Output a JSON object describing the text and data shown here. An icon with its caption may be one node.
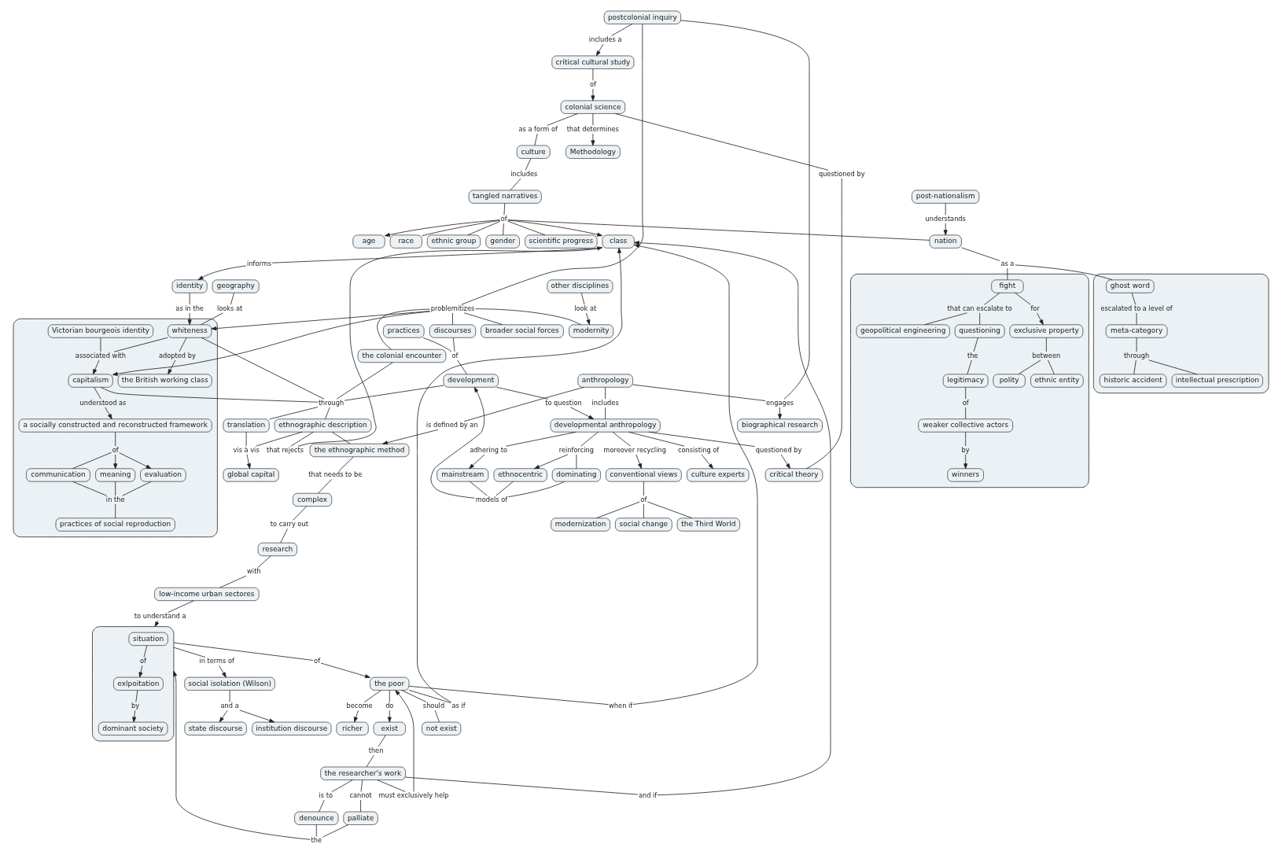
{
  "diagram": {
    "nodes": [
      {
        "text": [
          "postcolonial inquiry"
        ]
      },
      {
        "text": [
          "colonial science"
        ]
      },
      {
        "text": [
          "that determines"
        ]
      },
      {
        "text": [
          "Methodology"
        ]
      },
      {
        "text": [
          "biographical research"
        ]
      },
      {
        "text": [
          "of"
        ]
      },
      {
        "text": [
          "as a form of"
        ]
      },
      {
        "text": [
          "includes a"
        ]
      },
      {
        "text": [
          "critical cultural study"
        ]
      },
      {
        "text": [
          "culture"
        ]
      },
      {
        "text": [
          "includes"
        ]
      },
      {
        "text": [
          "engages"
        ]
      },
      {
        "text": [],
        "shape": "box"
      },
      {
        "text": [
          "capitalism"
        ],
        "in": 12
      },
      {
        "text": [
          "a socially constructed and reconstructed framework"
        ],
        "in": 12
      },
      {
        "text": [
          "of"
        ],
        "in": 12
      },
      {
        "text": [
          "understood as"
        ],
        "in": 12
      },
      {
        "text": [
          "meaning"
        ],
        "in": 12
      },
      {
        "text": [
          "evaluation"
        ],
        "in": 12
      },
      {
        "text": [
          "communication"
        ],
        "in": 12
      },
      {
        "text": [
          "associated with"
        ],
        "in": 12
      },
      {
        "text": [
          "in the"
        ],
        "in": 12
      },
      {
        "text": [
          "whiteness"
        ],
        "in": 12
      },
      {
        "text": [
          "practices of social reproduction"
        ],
        "in": 12
      },
      {
        "text": [
          "Victorian bourgeois identity"
        ],
        "in": 12
      },
      {
        "text": [
          "adopted by"
        ],
        "in": 12
      },
      {
        "text": [
          "the British working class"
        ],
        "in": 12
      },
      {
        "text": [
          "geography"
        ]
      },
      {
        "text": [
          "looks at"
        ]
      },
      {
        "text": [
          "questioned by"
        ]
      },
      {
        "text": [
          "anthropology"
        ]
      },
      {
        "text": [
          "includes"
        ]
      },
      {
        "text": [
          "questioned by"
        ]
      },
      {
        "text": [
          "critical theory"
        ]
      },
      {
        "text": [
          "problemitizes"
        ]
      },
      {
        "text": [
          "developmental anthropology"
        ]
      },
      {
        "text": [
          "to question"
        ]
      },
      {
        "text": [
          "consisting of"
        ]
      },
      {
        "text": [
          "culture experts"
        ]
      },
      {
        "text": [
          "as in the"
        ]
      },
      {
        "text": [
          "adhering to"
        ]
      },
      {
        "text": [
          "mainstream"
        ]
      },
      {
        "text": [
          "identity"
        ]
      },
      {
        "text": [
          "informs"
        ]
      },
      {
        "text": [
          "class"
        ]
      },
      {
        "text": [
          "of"
        ]
      },
      {
        "text": [
          "tangled narratives"
        ]
      },
      {
        "text": [
          "modernity"
        ]
      },
      {
        "text": [
          "reinforcing"
        ]
      },
      {
        "text": [
          "ethnocentric"
        ]
      },
      {
        "text": [
          "dominating"
        ]
      },
      {
        "text": [
          "age"
        ]
      },
      {
        "text": [
          "practices"
        ]
      },
      {
        "text": [
          "the colonial encounter"
        ]
      },
      {
        "text": [
          "look at"
        ]
      },
      {
        "text": [
          "moreover recycling"
        ]
      },
      {
        "text": [
          "post-nationalism"
        ]
      },
      {
        "text": [
          "discourses"
        ]
      },
      {
        "text": [
          "of"
        ]
      },
      {
        "text": [
          "race"
        ]
      },
      {
        "text": [
          "broader social forces"
        ]
      },
      {
        "text": [
          "conventional views"
        ]
      },
      {
        "text": [
          "other disciplines"
        ]
      },
      {
        "text": [
          "of"
        ]
      },
      {
        "text": [
          "models of"
        ]
      },
      {
        "text": [
          "development"
        ]
      },
      {
        "text": [
          "through"
        ]
      },
      {
        "text": [
          "understands"
        ]
      },
      {
        "text": [
          "nation"
        ]
      },
      {
        "text": [
          "as a"
        ]
      },
      {
        "text": [
          "modernization"
        ]
      },
      {
        "text": [
          "translation"
        ]
      },
      {
        "text": [
          "that rejects"
        ]
      },
      {
        "text": [],
        "shape": "box"
      },
      {
        "text": [
          "fight"
        ],
        "in": 73
      },
      {
        "text": [
          "that can escalate to"
        ],
        "in": 73
      },
      {
        "text": [
          "for"
        ],
        "in": 73
      },
      {
        "text": [
          "exclusive property"
        ],
        "in": 73
      },
      {
        "text": [
          "geopolitical engineering"
        ],
        "in": 73
      },
      {
        "text": [
          "between"
        ],
        "in": 73
      },
      {
        "text": [
          "questioning"
        ],
        "in": 73
      },
      {
        "text": [
          "the"
        ],
        "in": 73
      },
      {
        "text": [
          "polity"
        ],
        "in": 73
      },
      {
        "text": [
          "winners"
        ],
        "in": 73
      },
      {
        "text": [
          "legitimacy"
        ],
        "in": 73
      },
      {
        "text": [
          "ethnic entity"
        ],
        "in": 73
      },
      {
        "text": [
          "by"
        ],
        "in": 73
      },
      {
        "text": [
          "of"
        ],
        "in": 73
      },
      {
        "text": [
          "weaker collective actors"
        ],
        "in": 73
      },
      {
        "text": [
          "social change"
        ]
      },
      {
        "text": [
          "global capital"
        ]
      },
      {
        "text": [
          "vis à vis"
        ]
      },
      {
        "text": [
          "ethnographic description"
        ]
      },
      {
        "text": [
          "ethnic group"
        ]
      },
      {
        "text": [
          "the Third World"
        ]
      },
      {
        "text": [
          "gender"
        ]
      },
      {
        "text": [
          "is defined by an"
        ]
      },
      {
        "text": [
          "the ethnographic method"
        ]
      },
      {
        "text": [
          "that needs to be"
        ]
      },
      {
        "text": [
          "and if"
        ]
      },
      {
        "text": [
          "to carry out"
        ]
      },
      {
        "text": [
          "complex"
        ]
      },
      {
        "text": [
          "as if"
        ]
      },
      {
        "text": [
          "when if"
        ]
      },
      {
        "text": [
          "scientific progress"
        ]
      },
      {
        "text": [
          "research"
        ]
      },
      {
        "text": [
          "with"
        ]
      },
      {
        "text": [
          "low-income urban sectores"
        ]
      },
      {
        "text": [
          "the poor"
        ]
      },
      {
        "text": [
          "do"
        ]
      },
      {
        "text": [
          "exist"
        ]
      },
      {
        "text": [
          "should"
        ]
      },
      {
        "text": [],
        "shape": "box"
      },
      {
        "text": [
          "ghost word"
        ],
        "in": 112
      },
      {
        "text": [
          "escalated to a level of"
        ],
        "in": 112
      },
      {
        "text": [
          "through"
        ],
        "in": 112
      },
      {
        "text": [
          "historic accident"
        ],
        "in": 112
      },
      {
        "text": [
          "meta-category"
        ],
        "in": 112
      },
      {
        "text": [
          "intellectual prescription"
        ],
        "in": 112
      },
      {
        "text": [
          "then"
        ]
      },
      {
        "text": [
          "become"
        ]
      },
      {
        "text": [
          "richer"
        ]
      },
      {
        "text": [
          "of"
        ]
      },
      {
        "text": [
          "must exclusively help"
        ]
      },
      {
        "text": [
          "the researcher's work"
        ]
      },
      {
        "text": [
          "is to"
        ]
      },
      {
        "text": [
          "not exist"
        ]
      },
      {
        "text": [
          "to understand a"
        ]
      },
      {
        "text": [
          "state discourse"
        ]
      },
      {
        "text": [
          "cannot"
        ]
      },
      {
        "text": [],
        "shape": "box"
      },
      {
        "text": [
          "situation"
        ],
        "in": 130
      },
      {
        "text": [
          "of"
        ],
        "in": 130
      },
      {
        "text": [
          "exlpoitation"
        ],
        "in": 130
      },
      {
        "text": [
          "by"
        ],
        "in": 130
      },
      {
        "text": [
          "dominant society"
        ],
        "in": 130
      },
      {
        "text": [
          "palliate"
        ]
      },
      {
        "text": [
          "and a"
        ]
      },
      {
        "text": [
          "institution discourse"
        ]
      },
      {
        "text": [
          "social isolation (Wilson)"
        ]
      },
      {
        "text": [
          "in terms of"
        ]
      },
      {
        "text": [
          "the"
        ]
      },
      {
        "text": [
          "denounce"
        ]
      }
    ],
    "edges": [
      {
        "from": 0,
        "to": 7,
        "arrow": "none"
      },
      {
        "from": 7,
        "to": 8,
        "arrow": "to"
      },
      {
        "from": 0,
        "to": 11,
        "arrow": "none"
      },
      {
        "from": 30,
        "to": 11,
        "arrow": "none"
      },
      {
        "from": 11,
        "to": 4,
        "arrow": "to"
      },
      {
        "from": 0,
        "to": 34,
        "arrow": "none"
      },
      {
        "from": 1,
        "to": 2,
        "arrow": "none"
      },
      {
        "from": 2,
        "to": 3,
        "arrow": "to"
      },
      {
        "from": 8,
        "to": 5,
        "arrow": "none"
      },
      {
        "from": 5,
        "to": 1,
        "arrow": "to"
      },
      {
        "from": 1,
        "to": 6,
        "arrow": "none"
      },
      {
        "from": 6,
        "to": 9,
        "arrow": "none"
      },
      {
        "from": 9,
        "to": 10,
        "arrow": "none"
      },
      {
        "from": 10,
        "to": 46,
        "arrow": "none"
      },
      {
        "from": 1,
        "to": 29,
        "arrow": "none"
      },
      {
        "from": 29,
        "to": 33,
        "arrow": "none"
      },
      {
        "from": 27,
        "to": 28,
        "arrow": "none"
      },
      {
        "from": 28,
        "to": 22,
        "arrow": "none"
      },
      {
        "from": 34,
        "to": 13,
        "arrow": "to"
      },
      {
        "from": 34,
        "to": 22,
        "arrow": "to"
      },
      {
        "from": 34,
        "to": 47,
        "arrow": "none"
      },
      {
        "from": 34,
        "to": 53,
        "arrow": "none"
      },
      {
        "from": 34,
        "to": 60,
        "arrow": "none"
      },
      {
        "from": 34,
        "to": 57,
        "arrow": "none"
      },
      {
        "from": 13,
        "to": 16,
        "arrow": "none"
      },
      {
        "from": 16,
        "to": 14,
        "arrow": "to"
      },
      {
        "from": 14,
        "to": 15,
        "arrow": "none"
      },
      {
        "from": 15,
        "to": 17,
        "arrow": "to"
      },
      {
        "from": 15,
        "to": 18,
        "arrow": "to"
      },
      {
        "from": 15,
        "to": 19,
        "arrow": "none"
      },
      {
        "from": 17,
        "to": 21,
        "arrow": "none"
      },
      {
        "from": 19,
        "to": 21,
        "arrow": "none"
      },
      {
        "from": 18,
        "to": 21,
        "arrow": "none"
      },
      {
        "from": 21,
        "to": 23,
        "arrow": "none"
      },
      {
        "from": 22,
        "to": 20,
        "arrow": "none"
      },
      {
        "from": 24,
        "to": 20,
        "arrow": "none"
      },
      {
        "from": 20,
        "to": 13,
        "arrow": "to"
      },
      {
        "from": 22,
        "to": 25,
        "arrow": "none"
      },
      {
        "from": 25,
        "to": 26,
        "arrow": "to"
      },
      {
        "from": 30,
        "to": 31,
        "arrow": "none"
      },
      {
        "from": 31,
        "to": 35,
        "arrow": "none"
      },
      {
        "from": 30,
        "to": 96,
        "arrow": "none"
      },
      {
        "from": 96,
        "to": 97,
        "arrow": "to"
      },
      {
        "from": 35,
        "to": 32,
        "arrow": "none"
      },
      {
        "from": 32,
        "to": 33,
        "arrow": "to"
      },
      {
        "from": 65,
        "to": 36,
        "arrow": "none"
      },
      {
        "from": 36,
        "to": 35,
        "arrow": "to"
      },
      {
        "from": 35,
        "to": 37,
        "arrow": "none"
      },
      {
        "from": 37,
        "to": 38,
        "arrow": "to"
      },
      {
        "from": 35,
        "to": 40,
        "arrow": "none"
      },
      {
        "from": 40,
        "to": 41,
        "arrow": "to"
      },
      {
        "from": 35,
        "to": 48,
        "arrow": "none"
      },
      {
        "from": 48,
        "to": 49,
        "arrow": "to"
      },
      {
        "from": 48,
        "to": 50,
        "arrow": "none"
      },
      {
        "from": 35,
        "to": 55,
        "arrow": "none"
      },
      {
        "from": 55,
        "to": 61,
        "arrow": "to"
      },
      {
        "from": 61,
        "to": 63,
        "arrow": "none"
      },
      {
        "from": 63,
        "to": 70,
        "arrow": "none"
      },
      {
        "from": 63,
        "to": 89,
        "arrow": "none"
      },
      {
        "from": 63,
        "to": 94,
        "arrow": "none"
      },
      {
        "from": 41,
        "to": 64,
        "arrow": "none"
      },
      {
        "from": 49,
        "to": 64,
        "arrow": "none"
      },
      {
        "from": 50,
        "to": 64,
        "arrow": "none"
      },
      {
        "from": 64,
        "to": 65,
        "arrow": "to"
      },
      {
        "from": 52,
        "to": 58,
        "arrow": "none"
      },
      {
        "from": 57,
        "to": 58,
        "arrow": "none"
      },
      {
        "from": 58,
        "to": 65,
        "arrow": "none"
      },
      {
        "from": 22,
        "to": 66,
        "arrow": "none"
      },
      {
        "from": 53,
        "to": 66,
        "arrow": "none"
      },
      {
        "from": 13,
        "to": 66,
        "arrow": "none"
      },
      {
        "from": 65,
        "to": 66,
        "arrow": "none"
      },
      {
        "from": 66,
        "to": 71,
        "arrow": "none"
      },
      {
        "from": 66,
        "to": 92,
        "arrow": "none"
      },
      {
        "from": 71,
        "to": 91,
        "arrow": "none"
      },
      {
        "from": 92,
        "to": 91,
        "arrow": "none"
      },
      {
        "from": 91,
        "to": 90,
        "arrow": "to"
      },
      {
        "from": 92,
        "to": 97,
        "arrow": "none"
      },
      {
        "from": 62,
        "to": 54,
        "arrow": "none"
      },
      {
        "from": 54,
        "to": 47,
        "arrow": "to"
      },
      {
        "from": 42,
        "to": 39,
        "arrow": "none"
      },
      {
        "from": 39,
        "to": 22,
        "arrow": "to"
      },
      {
        "from": 44,
        "to": 43,
        "arrow": "none"
      },
      {
        "from": 43,
        "to": 42,
        "arrow": "to"
      },
      {
        "from": 46,
        "to": 45,
        "arrow": "none"
      },
      {
        "from": 45,
        "to": 44,
        "arrow": "to"
      },
      {
        "from": 45,
        "to": 51,
        "arrow": "to"
      },
      {
        "from": 45,
        "to": 59,
        "arrow": "none"
      },
      {
        "from": 45,
        "to": 68,
        "arrow": "none"
      },
      {
        "from": 45,
        "to": 93,
        "arrow": "none"
      },
      {
        "from": 45,
        "to": 95,
        "arrow": "none"
      },
      {
        "from": 45,
        "to": 104,
        "arrow": "none"
      },
      {
        "from": 56,
        "to": 67,
        "arrow": "none"
      },
      {
        "from": 67,
        "to": 68,
        "arrow": "to"
      },
      {
        "from": 68,
        "to": 69,
        "arrow": "none"
      },
      {
        "from": 69,
        "to": 74,
        "arrow": "none"
      },
      {
        "from": 69,
        "to": 113,
        "arrow": "none"
      },
      {
        "from": 74,
        "to": 75,
        "arrow": "none"
      },
      {
        "from": 75,
        "to": 78,
        "arrow": "none"
      },
      {
        "from": 75,
        "to": 80,
        "arrow": "none"
      },
      {
        "from": 74,
        "to": 76,
        "arrow": "none"
      },
      {
        "from": 76,
        "to": 77,
        "arrow": "to"
      },
      {
        "from": 77,
        "to": 79,
        "arrow": "none"
      },
      {
        "from": 79,
        "to": 82,
        "arrow": "none"
      },
      {
        "from": 79,
        "to": 85,
        "arrow": "none"
      },
      {
        "from": 80,
        "to": 81,
        "arrow": "none"
      },
      {
        "from": 81,
        "to": 84,
        "arrow": "none"
      },
      {
        "from": 84,
        "to": 87,
        "arrow": "none"
      },
      {
        "from": 87,
        "to": 88,
        "arrow": "none"
      },
      {
        "from": 88,
        "to": 86,
        "arrow": "none"
      },
      {
        "from": 86,
        "to": 83,
        "arrow": "to"
      },
      {
        "from": 113,
        "to": 114,
        "arrow": "none"
      },
      {
        "from": 114,
        "to": 117,
        "arrow": "none"
      },
      {
        "from": 117,
        "to": 115,
        "arrow": "none"
      },
      {
        "from": 115,
        "to": 116,
        "arrow": "none"
      },
      {
        "from": 115,
        "to": 118,
        "arrow": "none"
      },
      {
        "from": 92,
        "to": 72,
        "arrow": "none"
      },
      {
        "from": 72,
        "to": 44,
        "arrow": "to"
      },
      {
        "from": 108,
        "to": 102,
        "arrow": "none"
      },
      {
        "from": 102,
        "to": 44,
        "arrow": "to"
      },
      {
        "from": 108,
        "to": 103,
        "arrow": "none"
      },
      {
        "from": 103,
        "to": 44,
        "arrow": "to"
      },
      {
        "from": 124,
        "to": 99,
        "arrow": "none"
      },
      {
        "from": 99,
        "to": 44,
        "arrow": "to"
      },
      {
        "from": 97,
        "to": 98,
        "arrow": "none"
      },
      {
        "from": 98,
        "to": 101,
        "arrow": "none"
      },
      {
        "from": 101,
        "to": 100,
        "arrow": "none"
      },
      {
        "from": 100,
        "to": 105,
        "arrow": "none"
      },
      {
        "from": 105,
        "to": 106,
        "arrow": "none"
      },
      {
        "from": 106,
        "to": 107,
        "arrow": "none"
      },
      {
        "from": 107,
        "to": 127,
        "arrow": "none"
      },
      {
        "from": 127,
        "to": 130,
        "arrow": "to"
      },
      {
        "from": 108,
        "to": 109,
        "arrow": "none"
      },
      {
        "from": 109,
        "to": 110,
        "arrow": "to"
      },
      {
        "from": 108,
        "to": 111,
        "arrow": "none"
      },
      {
        "from": 111,
        "to": 126,
        "arrow": "none"
      },
      {
        "from": 108,
        "to": 120,
        "arrow": "none"
      },
      {
        "from": 120,
        "to": 121,
        "arrow": "to"
      },
      {
        "from": 110,
        "to": 119,
        "arrow": "none"
      },
      {
        "from": 119,
        "to": 124,
        "arrow": "none"
      },
      {
        "from": 130,
        "to": 122,
        "arrow": "none"
      },
      {
        "from": 122,
        "to": 108,
        "arrow": "to"
      },
      {
        "from": 124,
        "to": 123,
        "arrow": "none"
      },
      {
        "from": 123,
        "to": 108,
        "arrow": "to"
      },
      {
        "from": 124,
        "to": 125,
        "arrow": "none"
      },
      {
        "from": 125,
        "to": 142,
        "arrow": "none"
      },
      {
        "from": 124,
        "to": 129,
        "arrow": "none"
      },
      {
        "from": 129,
        "to": 136,
        "arrow": "none"
      },
      {
        "from": 136,
        "to": 141,
        "arrow": "none"
      },
      {
        "from": 142,
        "to": 141,
        "arrow": "none"
      },
      {
        "from": 141,
        "to": 130,
        "arrow": "to"
      },
      {
        "from": 131,
        "to": 132,
        "arrow": "none"
      },
      {
        "from": 132,
        "to": 133,
        "arrow": "to"
      },
      {
        "from": 133,
        "to": 134,
        "arrow": "none"
      },
      {
        "from": 134,
        "to": 135,
        "arrow": "to"
      },
      {
        "from": 130,
        "to": 140,
        "arrow": "none"
      },
      {
        "from": 140,
        "to": 139,
        "arrow": "to"
      },
      {
        "from": 139,
        "to": 137,
        "arrow": "none"
      },
      {
        "from": 137,
        "to": 128,
        "arrow": "to"
      },
      {
        "from": 137,
        "to": 138,
        "arrow": "to"
      }
    ]
  }
}
